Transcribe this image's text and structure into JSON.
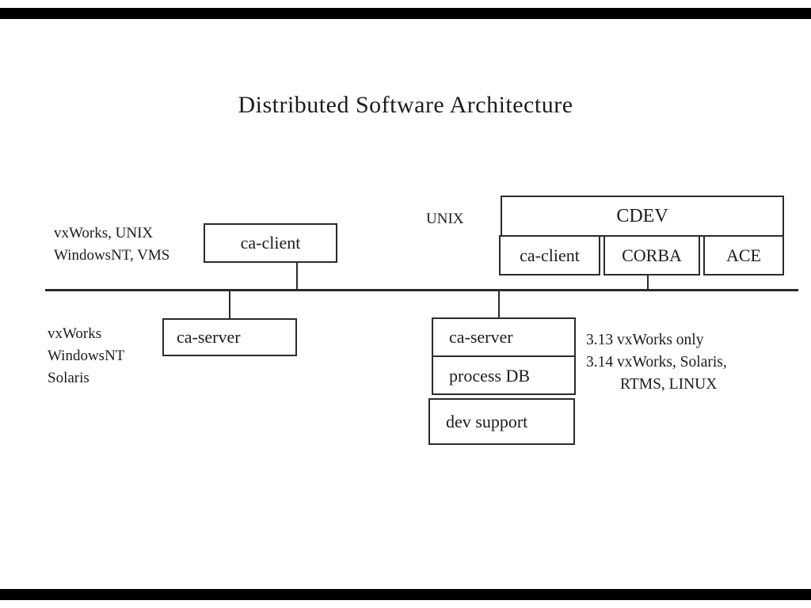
{
  "slide": {
    "title": "Distributed Software Architecture"
  },
  "labels": {
    "top_left": [
      "vxWorks, UNIX",
      "WindowsNT, VMS"
    ],
    "unix": "UNIX",
    "bottom_left": [
      "vxWorks",
      "WindowsNT",
      "Solaris"
    ],
    "versions": [
      "3.13 vxWorks only",
      "3.14 vxWorks, Solaris,",
      "RTMS, LINUX"
    ]
  },
  "boxes": {
    "ca_client_top": "ca-client",
    "cdev": {
      "header": "CDEV",
      "cells": [
        "ca-client",
        "CORBA",
        "ACE"
      ]
    },
    "ca_server_left": "ca-server",
    "stack": [
      "ca-server",
      "process DB",
      "dev support"
    ]
  },
  "colors": {
    "ink": "#1c1c1c",
    "line": "#2b2b2b",
    "edge_bar": "#000000"
  }
}
